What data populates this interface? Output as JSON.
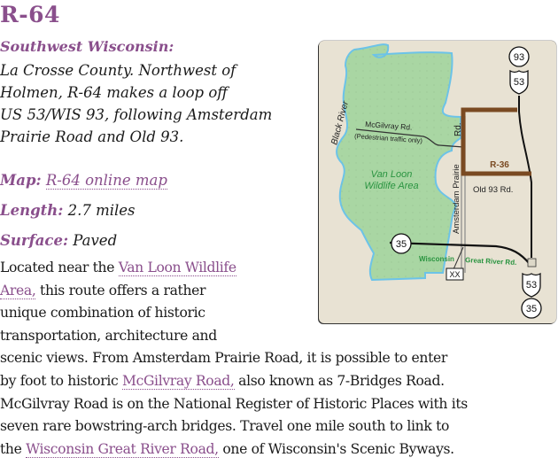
{
  "header": {
    "title": "R-64",
    "region": "Southwest Wisconsin:"
  },
  "intro": {
    "lines": [
      "La Crosse County. Northwest of",
      "Holmen, R-64 makes a loop off",
      "US 53/WIS 93, following Amsterdam",
      "Prairie Road and Old 93."
    ]
  },
  "details": {
    "map_label": "Map:",
    "map_link": "R-64 online map",
    "length_label": "Length:",
    "length_value": "2.7 miles",
    "surface_label": "Surface:",
    "surface_value": "Paved"
  },
  "body": {
    "l1_pre": "Located near the ",
    "l1_link": "Van Loon Wildlife",
    "l2_link": "Area,",
    "l2_post": " this route offers a rather",
    "l3": "unique combination of historic",
    "l4": "transportation, architecture and",
    "l5": "scenic views. From Amsterdam Prairie Road, it is possible to enter",
    "l6_pre": "by foot to historic ",
    "l6_link": "McGilvray Road,",
    "l6_post": " also known as 7-Bridges Road.",
    "l7": "McGilvray Road is on the National Register of Historic Places with its",
    "l8": "seven rare bowstring-arch bridges. Travel one mile south to link to",
    "l9_pre": "the ",
    "l9_link": "Wisconsin Great River Road,",
    "l9_post": " one of Wisconsin's Scenic Byways."
  },
  "map": {
    "labels": {
      "black_river": "Black River",
      "mcgilvray": "McGilvray  Rd.",
      "pedestrian": "(Pedestrian traffic only)",
      "rd": "Rd.",
      "amsterdam": "Amsterdam Prairie",
      "wildlife_1": "Van Loon",
      "wildlife_2": "Wildlife Area",
      "route": "R-36",
      "old93": "Old 93  Rd.",
      "wgrr_1": "Wisconsin",
      "wgrr_2": "Great River Rd.",
      "xx": "XX"
    },
    "shields": {
      "state_93": "93",
      "us_53_top": "53",
      "state_35_west": "35",
      "us_53_bottom": "53",
      "state_35_south": "35"
    },
    "colors": {
      "background": "#e8e2d3",
      "wildlife": "#a9d6a3",
      "water": "#6cc3e8",
      "route": "#7a4a22",
      "green_text": "#2a9440",
      "link_purple": "#8a4f8c"
    }
  }
}
